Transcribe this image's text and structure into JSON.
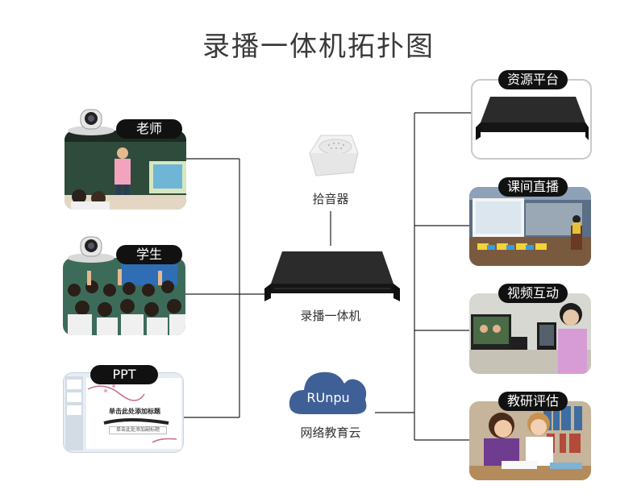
{
  "title": "录播一体机拓扑图",
  "center": {
    "device_label": "录播一体机",
    "pickup_label": "拾音器",
    "cloud_brand": "RUnpu",
    "cloud_label": "网络教育云"
  },
  "inputs": {
    "teacher": "老师",
    "student": "学生",
    "ppt": "PPT",
    "ppt_slide_title": "单击此处添加标题",
    "ppt_slide_subtitle": "单击此处添加副标题"
  },
  "outputs": {
    "resource": "资源平台",
    "live": "课间直播",
    "video": "视频互动",
    "eval": "教研评估"
  },
  "colors": {
    "line": "#222222",
    "pill": "#111111",
    "cloud": "#3f5f97",
    "device": "#1c1c1c"
  }
}
